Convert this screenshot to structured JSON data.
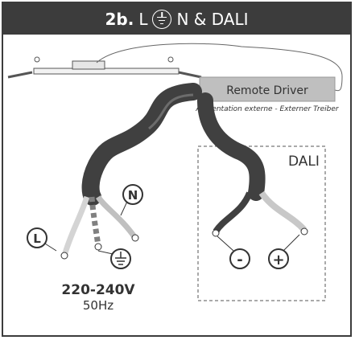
{
  "header": {
    "step": "2b.",
    "title_l": "L",
    "title_rest": "N & DALI"
  },
  "driver": {
    "label": "Remote Driver",
    "caption": "Alimentation externe - Externer Treiber"
  },
  "dali": {
    "label": "DALI"
  },
  "terminals": {
    "neutral": "N",
    "live": "L",
    "minus": "-",
    "plus": "+"
  },
  "supply": {
    "voltage": "220-240V",
    "frequency": "50Hz"
  },
  "colors": {
    "header_bg": "#3c3c3c",
    "cable": "#404040",
    "wire_grey": "#d4d4d4",
    "driver_box": "#bfbfbf"
  }
}
